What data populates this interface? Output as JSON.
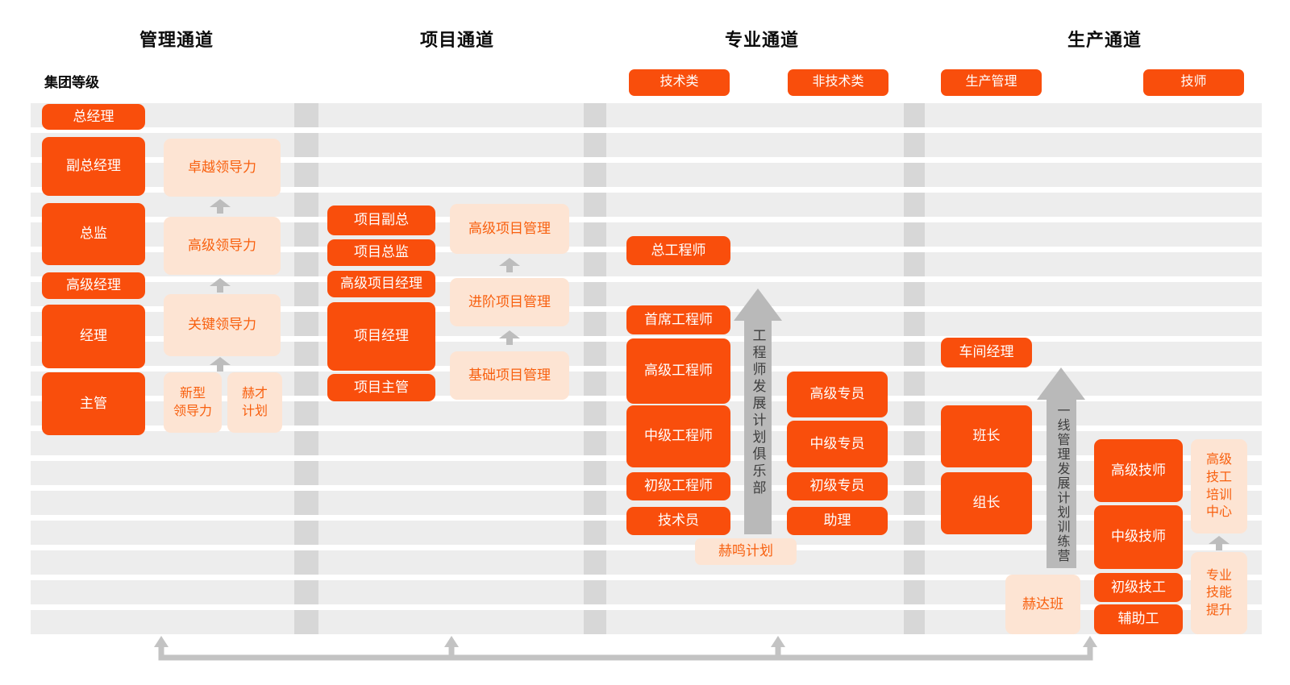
{
  "page": {
    "group_level_label": "集团等级"
  },
  "channels": {
    "management": {
      "title": "管理通道",
      "levels": {
        "gm": "总经理",
        "vgm": "副总经理",
        "director": "总监",
        "senior_manager": "高级经理",
        "manager": "经理",
        "supervisor": "主管"
      },
      "programs": {
        "excellence": "卓越领导力",
        "senior": "高级领导力",
        "key": "关键领导力",
        "new_type": "新型\n领导力",
        "hecai": "赫才\n计划"
      }
    },
    "project": {
      "title": "项目通道",
      "levels": {
        "vp": "项目副总",
        "director": "项目总监",
        "senior_pm": "高级项目经理",
        "pm": "项目经理",
        "supervisor": "项目主管"
      },
      "programs": {
        "advanced": "高级项目管理",
        "intermediate": "进阶项目管理",
        "basic": "基础项目管理"
      }
    },
    "professional": {
      "title": "专业通道",
      "category_tech": "技术类",
      "category_nontech": "非技术类",
      "chief": "总工程师",
      "tech_levels": {
        "principal": "首席工程师",
        "senior": "高级工程师",
        "middle": "中级工程师",
        "junior": "初级工程师",
        "technician": "技术员"
      },
      "nontech_levels": {
        "senior": "高级专员",
        "middle": "中级专员",
        "junior": "初级专员",
        "assistant": "助理"
      },
      "arrow_label": "工程师发展计划俱乐部",
      "program_heming": "赫鸣计划"
    },
    "production": {
      "title": "生产通道",
      "category_mgmt": "生产管理",
      "category_tech": "技师",
      "mgmt_levels": {
        "workshop_manager": "车间经理",
        "squad_leader": "班长",
        "team_leader": "组长"
      },
      "tech_levels": {
        "senior": "高级技师",
        "middle": "中级技师",
        "junior": "初级技工",
        "helper": "辅助工"
      },
      "arrow_label": "一线管理发展计划训练营",
      "programs": {
        "heda": "赫达班",
        "training_center": "高级\n技工\n培训\n中心",
        "skill_upgrade": "专业\n技能\n提升"
      }
    }
  },
  "colors": {
    "orange": "#F94E0C",
    "peach": "#FDE4D3",
    "peach_text": "#F8600F",
    "band_gray": "#EDEDED",
    "divider_gray": "#D7D7D7",
    "arrow_gray": "#B9B9B9",
    "connector_gray": "#C3C3C3"
  }
}
